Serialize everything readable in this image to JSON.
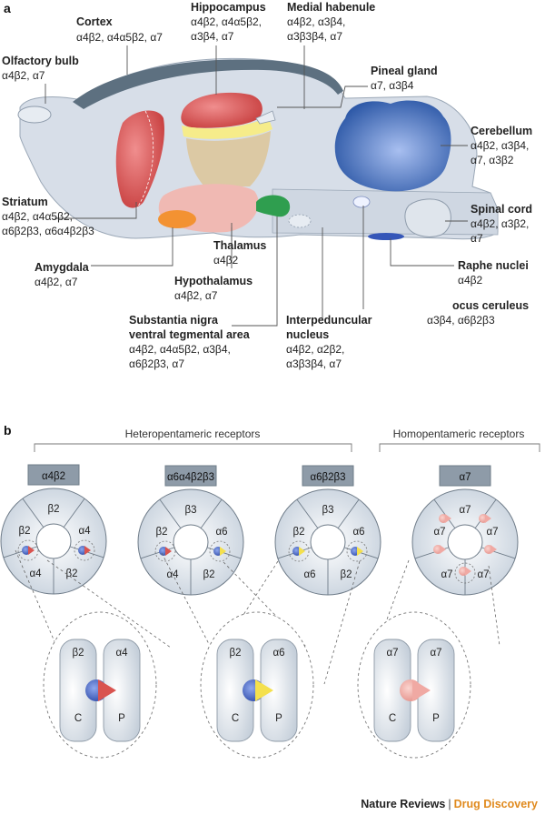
{
  "panels": {
    "a": "a",
    "b": "b"
  },
  "regions": [
    {
      "name": "Cortex",
      "subunits": [
        "α4β2, α4α5β2, α7"
      ]
    },
    {
      "name": "Hippocampus",
      "subunits": [
        "α4β2, α4α5β2,",
        "α3β4, α7"
      ]
    },
    {
      "name": "Medial habenule",
      "subunits": [
        "α4β2, α3β4,",
        "α3β3β4, α7"
      ]
    },
    {
      "name": "Olfactory bulb",
      "subunits": [
        "α4β2, α7"
      ]
    },
    {
      "name": "Pineal gland",
      "subunits": [
        "α7, α3β4"
      ]
    },
    {
      "name": "Cerebellum",
      "subunits": [
        "α4β2, α3β4,",
        "α7, α3β2"
      ]
    },
    {
      "name": "Striatum",
      "subunits": [
        "α4β2, α4α5β2,",
        "α6β2β3, α6α4β2β3"
      ]
    },
    {
      "name": "Spinal cord",
      "subunits": [
        "α4β2, α3β2,",
        "α7"
      ]
    },
    {
      "name": "Thalamus",
      "subunits": [
        "α4β2"
      ]
    },
    {
      "name": "Raphe nuclei",
      "subunits": [
        "α4β2"
      ]
    },
    {
      "name": "Amygdala",
      "subunits": [
        "α4β2, α7"
      ]
    },
    {
      "name": "Hypothalamus",
      "subunits": [
        "α4β2, α7"
      ]
    },
    {
      "name": "ocus ceruleus",
      "subunits": [
        "α3β4, α6β2β3"
      ]
    },
    {
      "name": "Substantia nigra",
      "name2": "ventral tegmental area",
      "subunits": [
        "α4β2, α4α5β2, α3β4,",
        "α6β2β3, α7"
      ]
    },
    {
      "name": "Interpeduncular",
      "name2": "nucleus",
      "subunits": [
        "α4β2, α2β2,",
        "α3β3β4, α7"
      ]
    }
  ],
  "receptor_groups": {
    "hetero": "Heteropentameric receptors",
    "homo": "Homopentameric receptors"
  },
  "receptors": [
    {
      "box": "α4β2",
      "subunits": [
        "β2",
        "α4",
        "β2",
        "α4",
        "β2"
      ]
    },
    {
      "box": "α6α4β2β3",
      "subunits": [
        "β3",
        "α6",
        "β2",
        "α4",
        "β2"
      ]
    },
    {
      "box": "α6β2β3",
      "subunits": [
        "β3",
        "α6",
        "β2",
        "α6",
        "β2"
      ]
    },
    {
      "box": "α7",
      "subunits": [
        "α7",
        "α7",
        "α7",
        "α7",
        "α7"
      ]
    }
  ],
  "zooms": [
    {
      "left": "β2",
      "right": "α4",
      "c": "C",
      "p": "P"
    },
    {
      "left": "β2",
      "right": "α6",
      "c": "C",
      "p": "P"
    },
    {
      "left": "α7",
      "right": "α7",
      "c": "C",
      "p": "P"
    }
  ],
  "footer": {
    "journal": "Nature Reviews",
    "separator": "|",
    "series": "Drug Discovery"
  },
  "colors": {
    "brain": "#d7dee8",
    "cortex_band": "#5d7080",
    "cortex_red": "#cf4c4c",
    "hippocampus": "#d95f5f",
    "thalamus": "#dcc9a4",
    "hypothalamus": "#f0b9b3",
    "amygdala": "#f39232",
    "substantia_nigra": "#2f9e4f",
    "cerebellum": "#2f5aa8",
    "binding_blue": "#3556b8",
    "binding_red": "#d9534f",
    "binding_yellow": "#f4e04d",
    "binding_pink": "#f0a9a3",
    "receptor_fill": "#d3dce6",
    "box_fill": "#8e9ba8"
  }
}
